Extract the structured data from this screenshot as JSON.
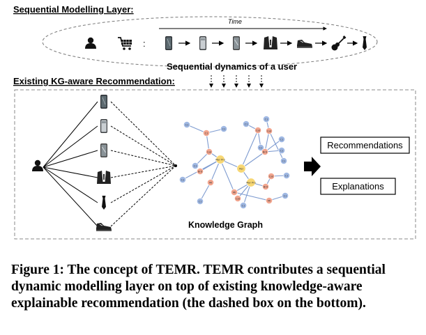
{
  "sequential_layer": {
    "title": "Sequential Modelling Layer:",
    "time_label": "Time",
    "colon": ":",
    "caption": "Sequential dynamics of a user",
    "sequence_icons": [
      "phone-black-icon",
      "phone-silver-icon",
      "phone-gray-icon",
      "suit-jacket-icon",
      "sneaker-icon",
      "guitar-icon",
      "tie-icon"
    ]
  },
  "kg_section": {
    "title": "Existing KG-aware Recommendation:",
    "item_icons": [
      "phone-black-icon",
      "phone-silver-icon",
      "phone-gray-icon",
      "suit-jacket-icon",
      "tie-icon",
      "sneaker-icon"
    ],
    "graph_label": "Knowledge Graph",
    "outputs": {
      "recommendations": "Recommendations",
      "explanations": "Explanations"
    }
  },
  "knowledge_graph": {
    "nodes": [
      {
        "id": "n1",
        "label": "C1",
        "color": "#9fb8e3"
      },
      {
        "id": "n2",
        "label": "C1",
        "color": "#f2a58e"
      },
      {
        "id": "n3",
        "label": "C1",
        "color": "#9fb8e3"
      },
      {
        "id": "n4",
        "label": "C1",
        "color": "#9fb8e3"
      },
      {
        "id": "n5",
        "label": "Cat",
        "color": "#f2a58e"
      },
      {
        "id": "n6",
        "label": "C1",
        "color": "#9fb8e3"
      },
      {
        "id": "n7",
        "label": "Brd",
        "color": "#f2a58e"
      },
      {
        "id": "n8",
        "label": "Mi",
        "color": "#f2a58e"
      },
      {
        "id": "n9",
        "label": "C1",
        "color": "#9fb8e3"
      },
      {
        "id": "n10",
        "label": "Mar Pro",
        "color": "#f7d774"
      },
      {
        "id": "n11",
        "label": "C1",
        "color": "#9fb8e3"
      },
      {
        "id": "n12",
        "label": "Cat",
        "color": "#f2a58e"
      },
      {
        "id": "n13",
        "label": "C1",
        "color": "#9fb8e3"
      },
      {
        "id": "n14",
        "label": "Rel",
        "color": "#f7d774"
      },
      {
        "id": "n15",
        "label": "C1",
        "color": "#9fb8e3"
      },
      {
        "id": "n16",
        "label": "Cat",
        "color": "#f2a58e"
      },
      {
        "id": "n17",
        "label": "Brd",
        "color": "#f2a58e"
      },
      {
        "id": "n18",
        "label": "C1",
        "color": "#9fb8e3"
      },
      {
        "id": "n19",
        "label": "C1",
        "color": "#9fb8e3"
      },
      {
        "id": "n20",
        "label": "C1",
        "color": "#9fb8e3"
      },
      {
        "id": "n21",
        "label": "Mar Pro",
        "color": "#f7d774"
      },
      {
        "id": "n22",
        "label": "Cat",
        "color": "#f2a58e"
      },
      {
        "id": "n23",
        "label": "C1",
        "color": "#9fb8e3"
      },
      {
        "id": "n24",
        "label": "Mi",
        "color": "#f2a58e"
      },
      {
        "id": "n25",
        "label": "Brd",
        "color": "#f2a58e"
      },
      {
        "id": "n26",
        "label": "Cat",
        "color": "#f2a58e"
      },
      {
        "id": "n27",
        "label": "C1",
        "color": "#9fb8e3"
      },
      {
        "id": "n28",
        "label": "Mi",
        "color": "#f2a58e"
      },
      {
        "id": "n29",
        "label": "C1",
        "color": "#9fb8e3"
      }
    ],
    "edges": [
      [
        "n1",
        "n2"
      ],
      [
        "n2",
        "n3"
      ],
      [
        "n2",
        "n5"
      ],
      [
        "n4",
        "n5"
      ],
      [
        "n5",
        "n10"
      ],
      [
        "n6",
        "n10"
      ],
      [
        "n7",
        "n10"
      ],
      [
        "n8",
        "n10"
      ],
      [
        "n9",
        "n8"
      ],
      [
        "n10",
        "n14"
      ],
      [
        "n11",
        "n12"
      ],
      [
        "n12",
        "n14"
      ],
      [
        "n13",
        "n12"
      ],
      [
        "n14",
        "n17"
      ],
      [
        "n15",
        "n16"
      ],
      [
        "n16",
        "n17"
      ],
      [
        "n17",
        "n18"
      ],
      [
        "n17",
        "n19"
      ],
      [
        "n16",
        "n20"
      ],
      [
        "n14",
        "n21"
      ],
      [
        "n21",
        "n22"
      ],
      [
        "n21",
        "n23"
      ],
      [
        "n21",
        "n24"
      ],
      [
        "n21",
        "n25"
      ],
      [
        "n25",
        "n26"
      ],
      [
        "n26",
        "n27"
      ],
      [
        "n24",
        "n28"
      ],
      [
        "n28",
        "n29"
      ],
      [
        "n10",
        "n24"
      ]
    ]
  },
  "figure_caption": "Figure 1: The concept of TEMR. TEMR contributes a sequential dynamic modelling layer on top of existing knowledge-aware explainable recommendation (the dashed box on the bottom)."
}
